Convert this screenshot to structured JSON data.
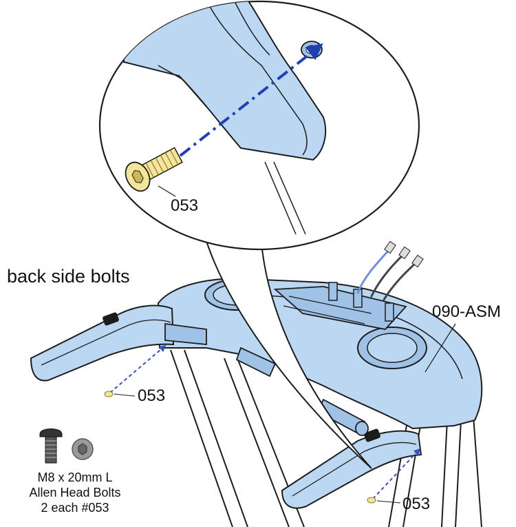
{
  "labels": {
    "back_side_bolts": "back side bolts",
    "part_zoom": "053",
    "assembly": "090-ASM",
    "part_left": "053",
    "part_right": "053"
  },
  "bolt_spec": {
    "line1": "M8 x 20mm L",
    "line2": "Allen Head Bolts",
    "line3": "2 each #053"
  },
  "colors": {
    "part_fill": "#bcd7f2",
    "part_fill_dark": "#9fc2e6",
    "outline": "#1c1c1c",
    "arrow": "#1f3fb5",
    "bolt": "#f3e69a"
  }
}
